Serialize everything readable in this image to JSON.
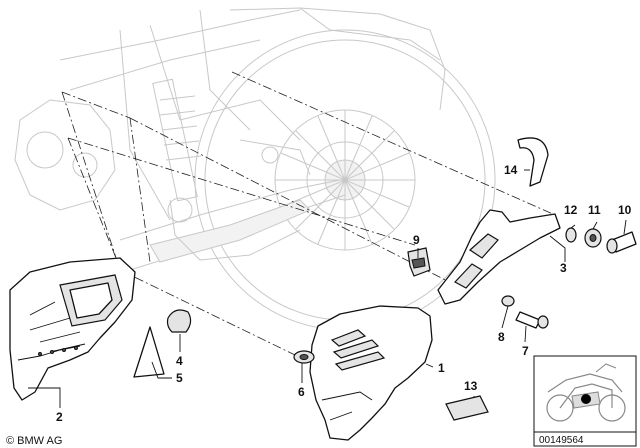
{
  "callouts": [
    "1",
    "2",
    "3",
    "4",
    "5",
    "6",
    "7",
    "8",
    "9",
    "10",
    "11",
    "12",
    "13",
    "14"
  ],
  "copyright": "© BMW AG",
  "reference_number": "00149564"
}
